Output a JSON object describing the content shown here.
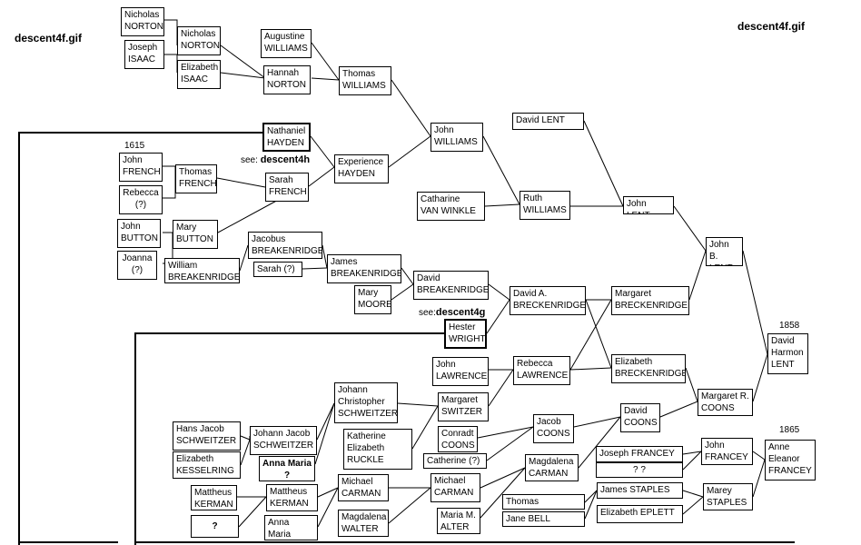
{
  "titles": {
    "left": "descent4f.gif",
    "right": "descent4f.gif"
  },
  "notes": {
    "see_h": {
      "prefix": "see: ",
      "ref": "descent4h"
    },
    "see_g": {
      "prefix": "see:",
      "ref": "descent4g"
    }
  },
  "years": {
    "french": "1615",
    "david_harmon": "1858",
    "anne_eleanor": "1865"
  },
  "people": {
    "nicholas_norton_sr": "Nicholas\nNORTON",
    "joseph_isaac": "Joseph\nISAAC",
    "nicholas_norton": "Nicholas\nNORTON",
    "elizabeth_isaac": "Elizabeth\nISAAC",
    "augustine_williams": "Augustine\nWILLIAMS",
    "hannah_norton": "Hannah\nNORTON",
    "thomas_williams": "Thomas\nWILLIAMS",
    "nathaniel_hayden": "Nathaniel\nHAYDEN",
    "john_french": "John\nFRENCH",
    "rebecca_unknown": "Rebecca\n(?)",
    "thomas_french": "Thomas\nFRENCH",
    "sarah_french": "Sarah\nFRENCH",
    "experience_hayden": "Experience\nHAYDEN",
    "john_williams": "John\nWILLIAMS",
    "david_lent": "David LENT",
    "catharine_van_winkle": "Catharine\nVAN WINKLE",
    "ruth_williams": "Ruth\nWILLIAMS",
    "john_lent": "John LENT",
    "john_button": "John\nBUTTON",
    "mary_button": "Mary\nBUTTON",
    "joanna_unknown": "Joanna\n(?)",
    "william_breakenridge": "William\nBREAKENRIDGE",
    "jacobus_breakenridge": "Jacobus\nBREAKENRIDGE",
    "sarah_unknown": "Sarah (?)",
    "james_breakenridge": "James\nBREAKENRIDGE",
    "mary_moore": "Mary\nMOORE",
    "david_breakenridge": "David\nBREAKENRIDGE",
    "john_b_lent": "John B.\nLENT",
    "david_a_breckenridge": "David A.\nBRECKENRIDGE",
    "margaret_breckenridge": "Margaret\nBRECKENRIDGE",
    "hester_wright": "Hester\nWRIGHT",
    "david_harmon_lent": "David\nHarmon\nLENT",
    "john_lawrence": "John\nLAWRENCE",
    "rebecca_lawrence": "Rebecca\nLAWRENCE",
    "elizabeth_breckenridge": "Elizabeth\nBRECKENRIDGE",
    "johann_christopher_schweitzer": "Johann\nChristopher\nSCHWEITZER",
    "margaret_switzer": "Margaret\nSWITZER",
    "margaret_r_coons": "Margaret R.\nCOONS",
    "hans_jacob_schweitzer": "Hans  Jacob\nSCHWEITZER",
    "johann_jacob_schweitzer": "Johann Jacob\nSCHWEITZER",
    "katherine_elizabeth_ruckle": "Katherine\nElizabeth\nRUCKLE",
    "conradt_coons": "Conradt\nCOONS",
    "jacob_coons": "Jacob\nCOONS",
    "david_coons": "David\nCOONS",
    "elizabeth_kesselring": "Elizabeth\nKESSELRING",
    "anna_maria_unknown": "Anna Maria\n?",
    "catherine_unknown": "Catherine (?)",
    "joseph_francey": "Joseph FRANCEY",
    "john_francey": "John\nFRANCEY",
    "anne_eleanor_francey": "Anne\nEleanor\nFRANCEY",
    "unknown_pair": "?          ?",
    "mattheus_kerman_sr": "Mattheus\nKERMAN",
    "mattheus_kerman": "Mattheus\nKERMAN",
    "michael_carman_sr": "Michael\nCARMAN",
    "michael_carman": "Michael\nCARMAN",
    "magdalena_carman": "Magdalena\nCARMAN",
    "unknown_kerman_wife": "?",
    "anna_maria_geyler": "Anna Maria\nGEYLER",
    "magdalena_walter": "Magdalena\nWALTER",
    "maria_m_alter": "Maria M.\nALTER",
    "thomas_staples": "Thomas STAPLES",
    "jane_bell": "Jane BELL",
    "james_staples": "James STAPLES",
    "elizabeth_eplett": "Elizabeth EPLETT",
    "marey_staples": "Marey\nSTAPLES"
  }
}
